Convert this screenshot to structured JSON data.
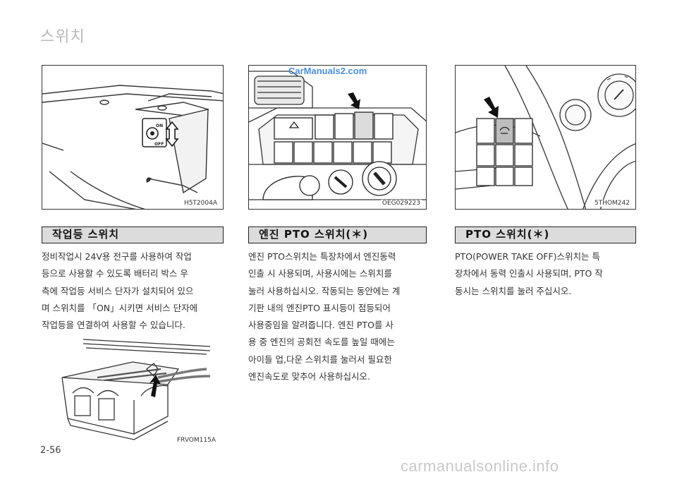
{
  "page": {
    "title": "스위치",
    "page_number": "2-56"
  },
  "watermarks": {
    "top": "CarManuals2.com",
    "bottom": "carmanualsonline.info"
  },
  "figures": {
    "fig1_code": "H5T2004A",
    "fig1_switch_on": "ON",
    "fig1_switch_off": "OFF",
    "fig2_code": "OEG029223",
    "fig3_code": "5THOM242",
    "fig4_code": "FRVOM115A"
  },
  "sections": [
    {
      "heading": "작업등 스위치",
      "lines": [
        "정비작업시 24V용 전구를 사용하여 작업",
        "등으로 사용할 수 있도록 배터리 박스 우",
        "측에 작업등 서비스 단자가 설치되어 있으",
        "며 스위치를 「ON」시키면 서비스 단자에",
        "작업등을 연결하여 사용할 수 있습니다."
      ]
    },
    {
      "heading": "엔진 PTO 스위치(＊)",
      "lines": [
        "엔진 PTO스위치는 특장차에서 엔진동력",
        "인출 시 사용되며, 사용시에는 스위치를",
        "눌러 사용하십시오. 작동되는 동안에는 계",
        "기판 내의 엔진PTO 표시등이 점등되어",
        "사용중임을 알려줍니다. 엔진 PTO를 사",
        "용 중 엔진의 공회전 속도를 높일 때에는",
        "아이들 업,다운 스위치를 눌러서 필요한",
        "엔진속도로 맞추어 사용하십시오."
      ]
    },
    {
      "heading": "PTO 스위치(＊)",
      "lines": [
        "PTO(POWER TAKE OFF)스위치는 특",
        "장차에서 동력 인출시 사용되며, PTO 작",
        "동시는 스위치를 눌러 주십시오."
      ]
    }
  ]
}
